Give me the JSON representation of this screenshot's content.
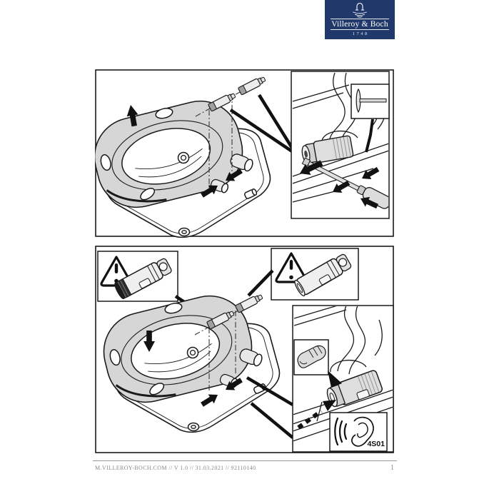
{
  "brand": {
    "name": "Villeroy & Boch",
    "year": "1748",
    "logo_bg": "#20386a",
    "logo_icon": "fountain-well-icon"
  },
  "figure": {
    "code": "4S01",
    "panel_count": 2,
    "line_color": "#1a1a1a",
    "seat_ring_fill": "#d6d6d6",
    "icons": [
      "up-arrow-icon",
      "down-arrow-icon",
      "warning-triangle-icon",
      "flat-screwdriver-icon",
      "hand-press-icon",
      "ear-click-icon",
      "soft-close-damper-icon"
    ]
  },
  "footer": {
    "left": "M.VILLEROY-BOCH.COM // V 1.0 // 31.03.2021 // 92110140",
    "page": "1"
  }
}
